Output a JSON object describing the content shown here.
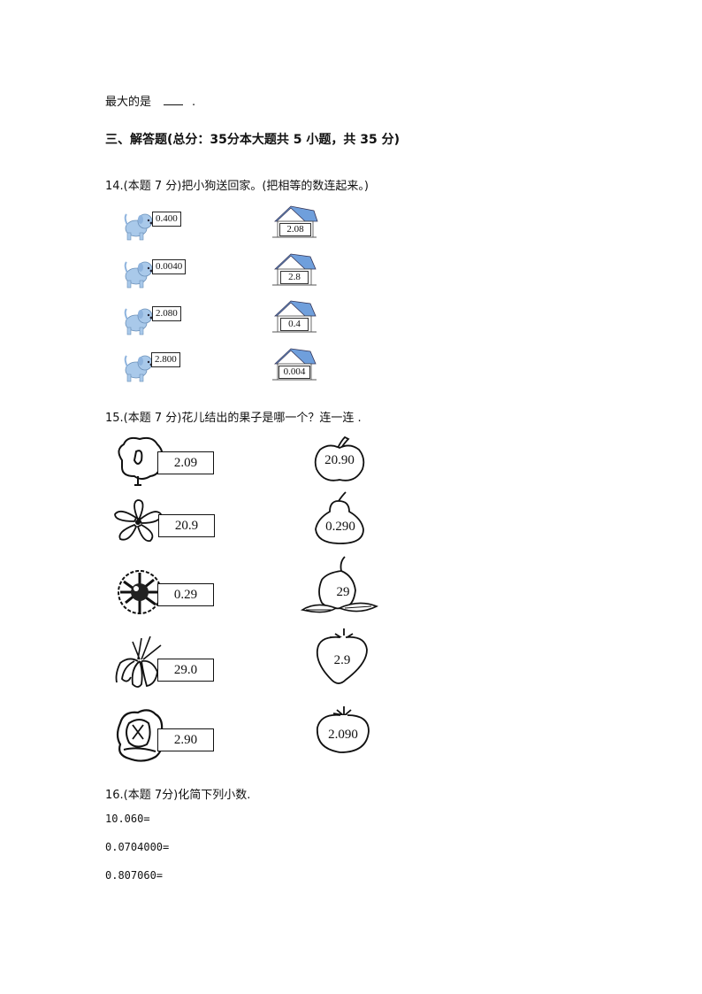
{
  "intro": {
    "line_prefix": "最大的是",
    "line_suffix": "."
  },
  "section": {
    "title": "三、解答题(总分：35分本大题共 5 小题，共 35 分)"
  },
  "q14": {
    "prompt": "14.(本题 7 分)把小狗送回家。(把相等的数连起来。)",
    "dogs": [
      {
        "value": "0.400"
      },
      {
        "value": "0.0040"
      },
      {
        "value": "2.080"
      },
      {
        "value": "2.800"
      }
    ],
    "houses": [
      {
        "value": "2.08"
      },
      {
        "value": "2.8"
      },
      {
        "value": "0.4"
      },
      {
        "value": "0.004"
      }
    ],
    "colors": {
      "dog": "#a9c9ea",
      "roof": "#6f9fdc"
    }
  },
  "q15": {
    "prompt": "15.(本题 7 分)花儿结出的果子是哪一个？连一连 .",
    "flowers": [
      {
        "value": "2.09"
      },
      {
        "value": "20.9"
      },
      {
        "value": "0.29"
      },
      {
        "value": "29.0"
      },
      {
        "value": "2.90"
      }
    ],
    "fruits": [
      {
        "kind": "apple",
        "value": "20.90"
      },
      {
        "kind": "pear",
        "value": "0.290"
      },
      {
        "kind": "peach",
        "value": "29"
      },
      {
        "kind": "strawberry",
        "value": "2.9"
      },
      {
        "kind": "tomato",
        "value": "2.090"
      }
    ]
  },
  "q16": {
    "prompt": "16.(本题 7分)化简下列小数.",
    "items": [
      {
        "expr": "10.060="
      },
      {
        "expr": "0.0704000="
      },
      {
        "expr": "0.807060="
      }
    ]
  }
}
